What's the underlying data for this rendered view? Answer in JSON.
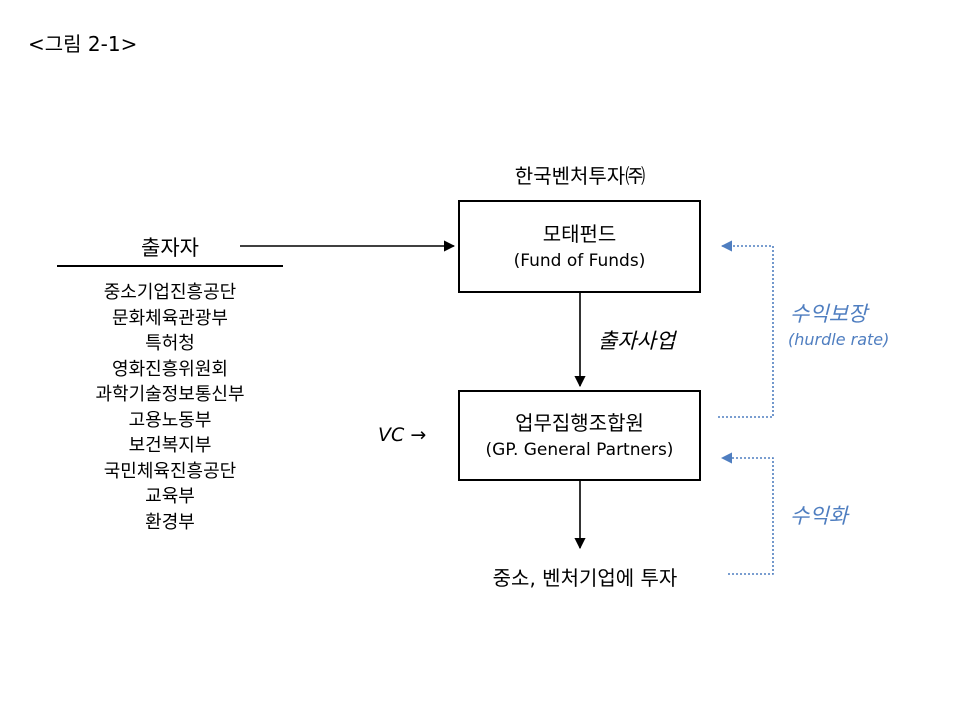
{
  "figure_label": "<그림 2-1>",
  "fund_manager": "한국벤처투자㈜",
  "fund_of_funds": {
    "title": "모태펀드",
    "subtitle": "(Fund of Funds)"
  },
  "investors": {
    "heading": "출자자",
    "items": [
      "중소기업진흥공단",
      "문화체육관광부",
      "특허청",
      "영화진흥위원회",
      "과학기술정보통신부",
      "고용노동부",
      "보건복지부",
      "국민체육진흥공단",
      "교육부",
      "환경부"
    ]
  },
  "investment_program": "출자사업",
  "gp": {
    "title": "업무집행조합원",
    "subtitle": "(GP. General Partners)"
  },
  "vc_label": "VC",
  "investment_target": "중소, 벤처기업에 투자",
  "hurdle": {
    "label": "수익보장",
    "sub": "(hurdle rate)"
  },
  "profit": {
    "label": "수익화"
  },
  "colors": {
    "annotation_blue": "#4f7ec0",
    "line": "#000000"
  }
}
